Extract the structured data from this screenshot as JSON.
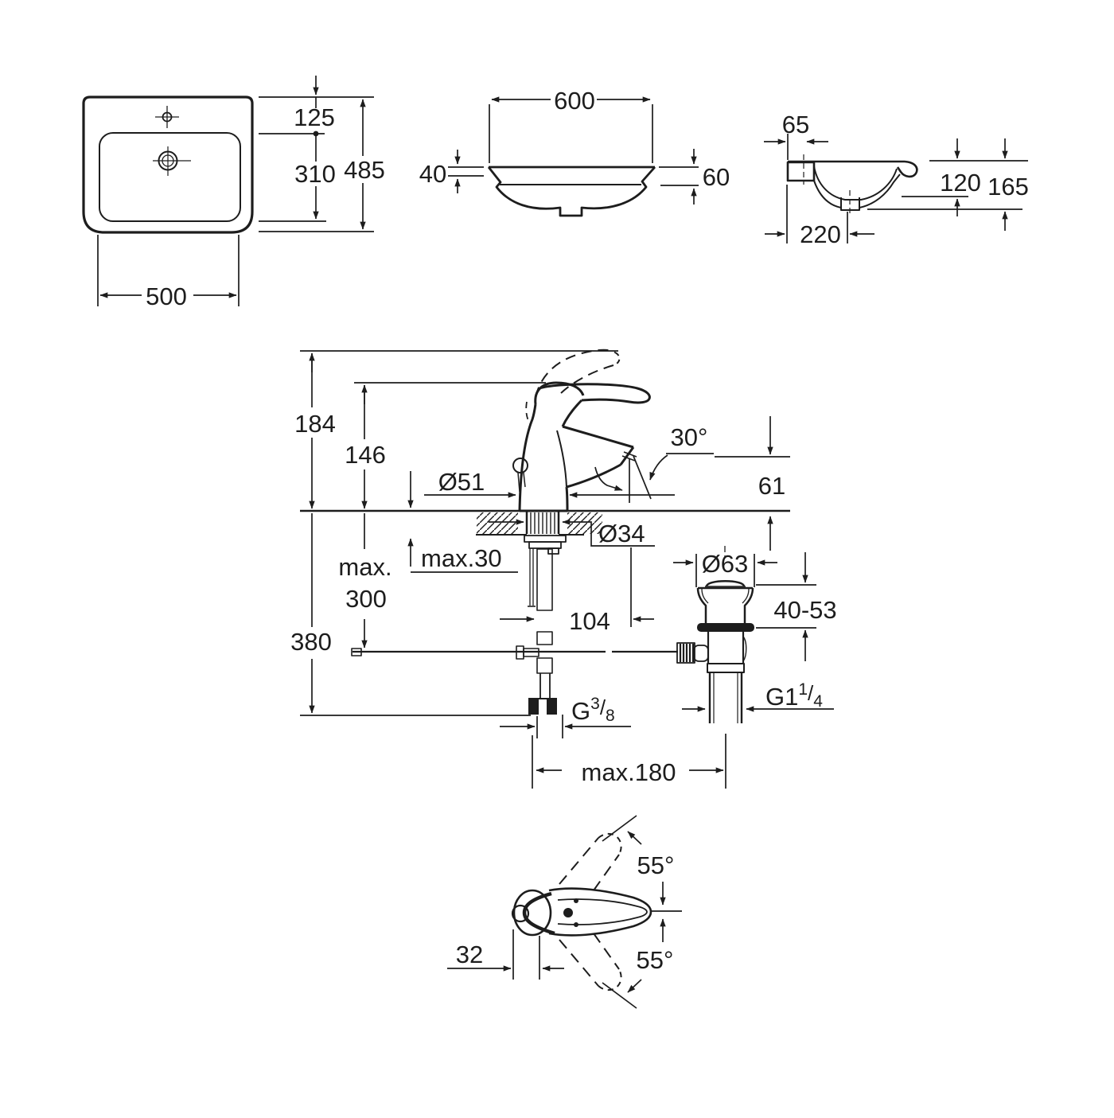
{
  "colors": {
    "ink": "#1d1d1d",
    "background": "#ffffff"
  },
  "sink_top_view": {
    "hole_offset": "125",
    "hole_to_front": "310",
    "depth": "485",
    "width": "500"
  },
  "sink_front_view": {
    "width": "600",
    "rim_thickness": "40",
    "rim_height": "60"
  },
  "sink_side_view": {
    "back_ledge": "65",
    "bowl_depth": "120",
    "total_height": "165",
    "drain_offset": "220"
  },
  "faucet_view": {
    "total_height": "184",
    "handle_height": "146",
    "body_diameter": "Ø51",
    "spout_angle": "30°",
    "spout_height": "61",
    "shank_diameter": "Ø34",
    "deck_thickness_max": "max.30",
    "rod_max_word": "max.",
    "rod_max_value": "300",
    "hose_length": "380",
    "spout_reach": "104",
    "waste_flange_diameter": "Ø63",
    "clamp_range": "40-53",
    "supply_thread": {
      "base": "G",
      "sup": "3",
      "slash": "/",
      "sub": "8"
    },
    "waste_thread": {
      "base": "G1",
      "sup": "1",
      "slash": "/",
      "sub": "4"
    },
    "rod_reach_max": "max.180"
  },
  "handle_top_view": {
    "swing_upper": "55°",
    "swing_lower": "55°",
    "knob_offset": "32"
  }
}
